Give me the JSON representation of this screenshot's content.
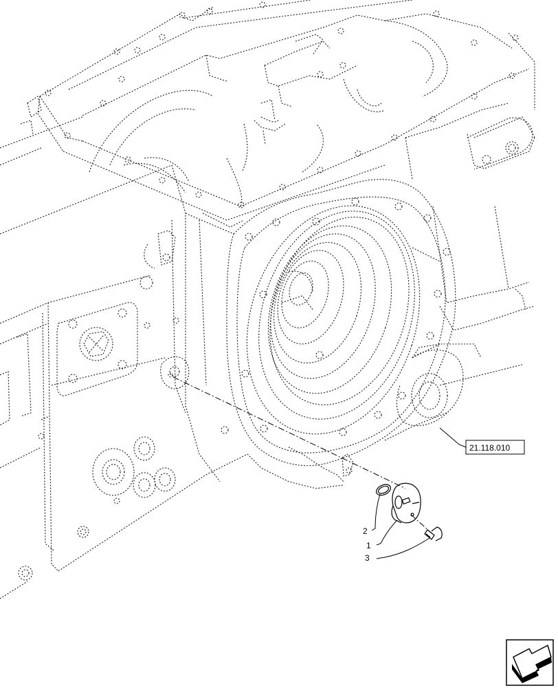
{
  "callouts": {
    "part_1": "1",
    "part_2": "2",
    "part_3": "3",
    "reference": "21.118.010"
  },
  "nav_icon": "arrow-back-icon"
}
